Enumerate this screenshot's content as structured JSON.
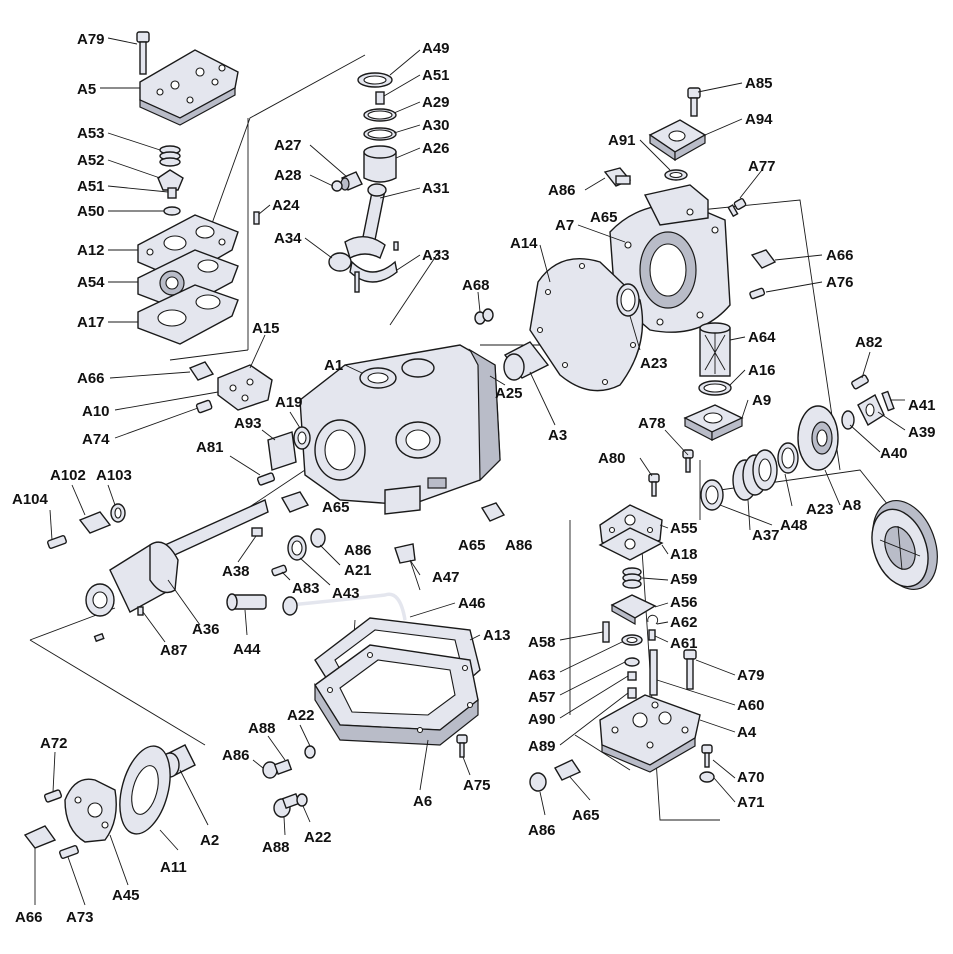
{
  "labels": {
    "A79": "A79",
    "A5": "A5",
    "A53": "A53",
    "A52": "A52",
    "A51": "A51",
    "A50": "A50",
    "A24": "A24",
    "A12": "A12",
    "A54": "A54",
    "A17": "A17",
    "A49": "A49",
    "A29": "A29",
    "A30": "A30",
    "A27": "A27",
    "A26": "A26",
    "A28": "A28",
    "A31": "A31",
    "A34": "A34",
    "A33": "A33",
    "A85": "A85",
    "A91": "A91",
    "A94": "A94",
    "A77": "A77",
    "A86": "A86",
    "A65": "A65",
    "A7": "A7",
    "A14": "A14",
    "A66": "A66",
    "A76": "A76",
    "A68": "A68",
    "A64": "A64",
    "A1": "A1",
    "A15": "A15",
    "A23": "A23",
    "A16": "A16",
    "A82": "A82",
    "A10": "A10",
    "A19": "A19",
    "A25": "A25",
    "A3": "A3",
    "A9": "A9",
    "A41": "A41",
    "A74": "A74",
    "A93": "A93",
    "A78": "A78",
    "A39": "A39",
    "A40": "A40",
    "A81": "A81",
    "A80": "A80",
    "A104": "A104",
    "A102": "A102",
    "A103": "A103",
    "A55": "A55",
    "A37": "A37",
    "A48": "A48",
    "A8": "A8",
    "A18": "A18",
    "A38": "A38",
    "A21": "A21",
    "A47": "A47",
    "A59": "A59",
    "A83": "A83",
    "A43": "A43",
    "A56": "A56",
    "A46": "A46",
    "A62": "A62",
    "A36": "A36",
    "A87": "A87",
    "A44": "A44",
    "A13": "A13",
    "A58": "A58",
    "A61": "A61",
    "A63": "A63",
    "A57": "A57",
    "A60": "A60",
    "A90": "A90",
    "A89": "A89",
    "A4": "A4",
    "A72": "A72",
    "A88": "A88",
    "A22": "A22",
    "A75": "A75",
    "A70": "A70",
    "A71": "A71",
    "A2": "A2",
    "A11": "A11",
    "A45": "A45",
    "A6": "A6",
    "A73": "A73"
  }
}
